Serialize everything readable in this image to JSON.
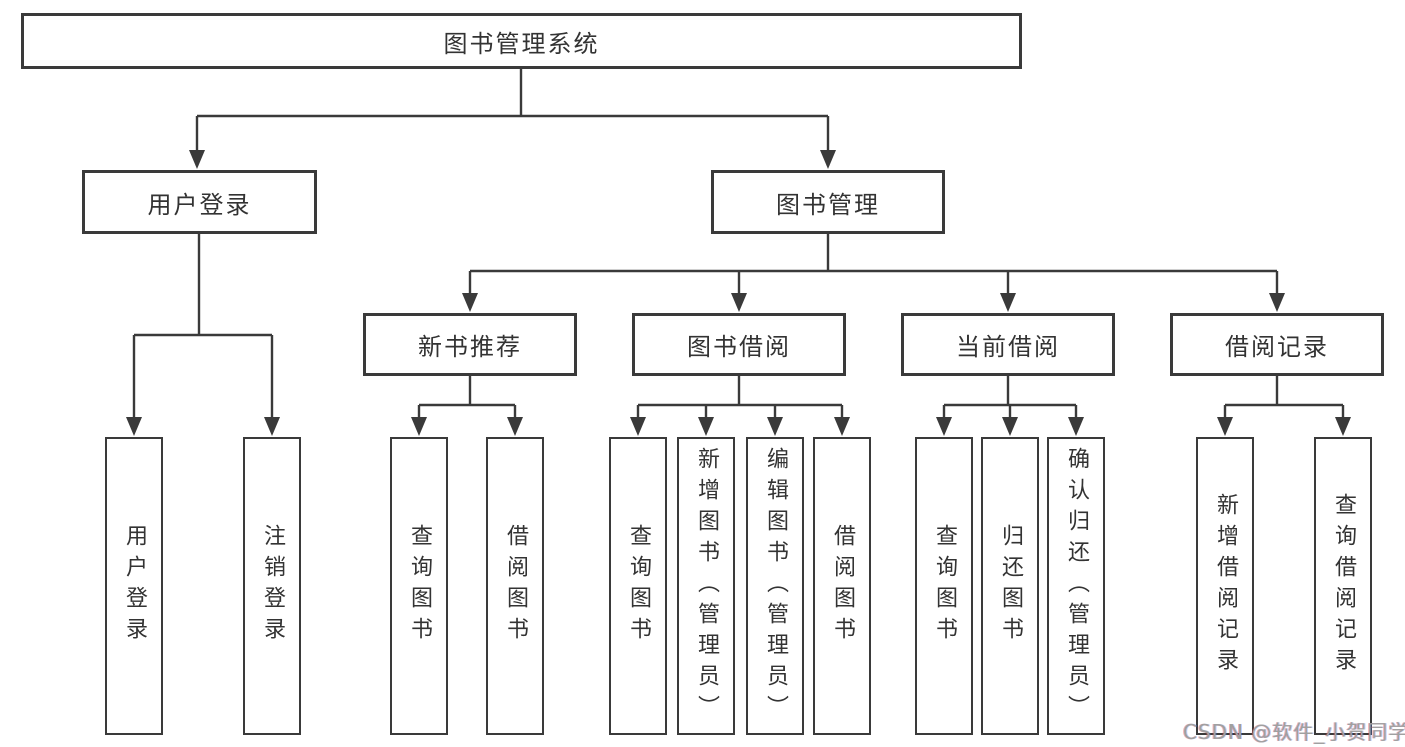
{
  "tree": {
    "label": "图书管理系统",
    "children": [
      {
        "label": "用户登录",
        "children": [
          {
            "label": "用户登录"
          },
          {
            "label": "注销登录"
          }
        ]
      },
      {
        "label": "图书管理",
        "children": [
          {
            "label": "新书推荐",
            "children": [
              {
                "label": "查询图书"
              },
              {
                "label": "借阅图书"
              }
            ]
          },
          {
            "label": "图书借阅",
            "children": [
              {
                "label": "查询图书"
              },
              {
                "label": "新增图书（管理员）"
              },
              {
                "label": "编辑图书（管理员）"
              },
              {
                "label": "借阅图书"
              }
            ]
          },
          {
            "label": "当前借阅",
            "children": [
              {
                "label": "查询图书"
              },
              {
                "label": "归还图书"
              },
              {
                "label": "确认归还（管理员）"
              }
            ]
          },
          {
            "label": "借阅记录",
            "children": [
              {
                "label": "新增借阅记录"
              },
              {
                "label": "查询借阅记录"
              }
            ]
          }
        ]
      }
    ]
  },
  "watermark": {
    "text": "CSDN @软件_小贺同学"
  },
  "colors": {
    "line": "#3a3a3a",
    "box_border": "#3a3a3a",
    "text": "#333333",
    "background": "#ffffff",
    "watermark": "#a0a0a0"
  }
}
